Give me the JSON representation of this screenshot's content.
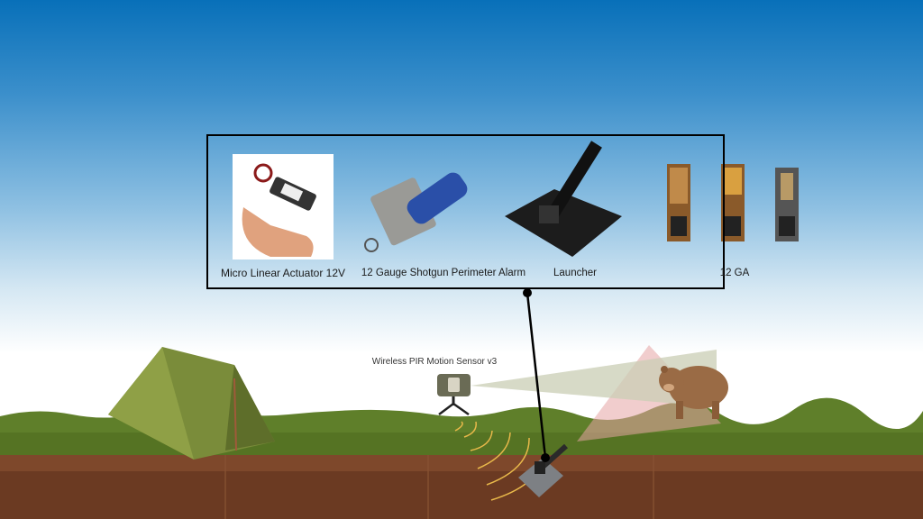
{
  "panel": {
    "items": [
      {
        "label": "Micro Linear Actuator 12V"
      },
      {
        "label": "12 Gauge Shotgun Perimeter Alarm"
      },
      {
        "label": "Launcher"
      },
      {
        "label": "12 GA"
      }
    ]
  },
  "scene": {
    "sensor_label": "Wireless PIR Motion Sensor v3"
  },
  "colors": {
    "grass": "#5f7f2a",
    "soil": "#6b3a22",
    "tent": "#7a8c3a",
    "signal": "#e8b84a",
    "beam": "#c9cdb4",
    "detection": "#e6a4a4"
  }
}
